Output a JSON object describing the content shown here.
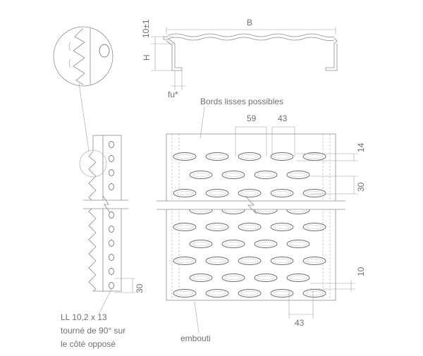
{
  "diagram": {
    "labels": {
      "width": "B",
      "tolerance": "10±1",
      "height": "H",
      "thickness": "fu*",
      "smooth_edges": "Bords lisses possibles",
      "dim_59": "59",
      "dim_43_top": "43",
      "dim_14": "14",
      "dim_30_right": "30",
      "dim_10": "10",
      "dim_43_bottom": "43",
      "dim_30_side": "30",
      "hole_note_line1": "LL 10,2 x 13",
      "hole_note_line2": "tourné de 90° sur",
      "hole_note_line3": "le côté opposé",
      "embossed": "embouti"
    },
    "colors": {
      "line": "#8c8c8c",
      "text": "#6f6f6f",
      "background": "#ffffff"
    }
  }
}
